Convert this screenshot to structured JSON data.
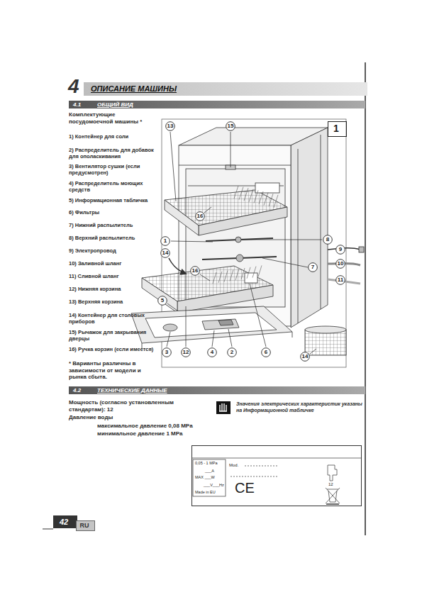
{
  "diagram": {
    "nodes": [
      {
        "text": [
          "ОПИСАНИЕ МАШИНЫ"
        ]
      },
      {
        "text": [
          "4.1",
          "ОБЩИЙ ВИД"
        ]
      },
      {
        "text": [
          "1"
        ]
      },
      {
        "text": [
          "13"
        ]
      },
      {
        "text": [
          "15"
        ]
      },
      {
        "text": [
          "16"
        ]
      },
      {
        "text": [
          "1"
        ]
      },
      {
        "text": [
          "14"
        ]
      },
      {
        "text": [
          "8"
        ]
      },
      {
        "text": [
          "9"
        ]
      },
      {
        "text": [
          "10"
        ]
      },
      {
        "text": [
          "7"
        ]
      },
      {
        "text": [
          "16"
        ]
      },
      {
        "text": [
          "11"
        ]
      },
      {
        "text": [
          "5"
        ]
      },
      {
        "text": [
          "3"
        ]
      },
      {
        "text": [
          "12"
        ]
      },
      {
        "text": [
          "4"
        ]
      },
      {
        "text": [
          "2"
        ]
      },
      {
        "text": [
          "6"
        ]
      },
      {
        "text": [
          "14"
        ]
      },
      {
        "text": [
          "4.2",
          "ТЕХНИЧЕСКИЕ ДАННЫЕ"
        ]
      },
      {
        "text": [
          "0,05 - 1 MPa",
          "Mod.",
          "___A",
          "MAX ___W",
          "___V___Hz",
          "Made in EU",
          "CE",
          "12"
        ]
      },
      {
        "text": [
          "42"
        ]
      },
      {
        "text": [
          "RU"
        ]
      }
    ],
    "labels": [
      "4",
      "Комплектующие посудомоечной машины *",
      "1) Контейнер для соли",
      "2) Распределитель для добавок для ополаскивания",
      "3) Вентилятор сушки (если предусмотрен)",
      "4) Распределитель моющих средств",
      "5) Информационная табличка",
      "6) Фильтры",
      "7) Нижний распылитель",
      "8) Верхний распылитель",
      "9) Электропровод",
      "10) Заливной шланг",
      "11) Сливной шланг",
      "12) Нижняя корзина",
      "13) Верхняя корзина",
      "14) Контейнер для столовых приборов",
      "15) Рычажок для закрывания дверцы",
      "16) Ручка корзин (если имеется)",
      "* Варианты различны в зависимости от модели и рынка сбыта.",
      "Мощность (согласно установленным стандартам): 12",
      "Давление воды",
      "максимальное давление 0,08 MPa",
      "минимальное давление 1 MPa",
      "Значения электрических характеристик указаны на Информационной табличке"
    ]
  }
}
